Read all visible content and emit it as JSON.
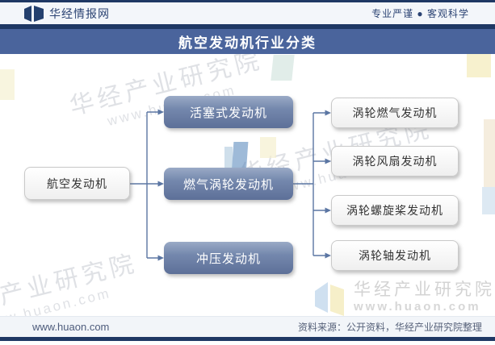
{
  "header": {
    "brand": "华经情报网",
    "slogan": "专业严谨 ● 客观科学",
    "logo_icon": "open-book"
  },
  "banner": {
    "title": "航空发动机行业分类"
  },
  "diagram": {
    "root": {
      "label": "航空发动机"
    },
    "level2": [
      {
        "label": "活塞式发动机"
      },
      {
        "label": "燃气涡轮发动机"
      },
      {
        "label": "冲压发动机"
      }
    ],
    "level3": [
      {
        "label": "涡轮燃气发动机"
      },
      {
        "label": "涡轮风扇发动机"
      },
      {
        "label": "涡轮螺旋桨发动机"
      },
      {
        "label": "涡轮轴发动机"
      }
    ]
  },
  "watermark": {
    "name": "华经产业研究院",
    "url": "www.huaon.com",
    "logo_icon": "open-book"
  },
  "footer": {
    "website": "www.huaon.com",
    "source": "资料来源：公开资料，华经产业研究院整理"
  },
  "colors": {
    "navy": "#1f3864",
    "banner_blue": "#4a649c",
    "node_blue": "#6e82a8",
    "connector": "#5b76a3",
    "header_bg": "#f3f6fa"
  }
}
